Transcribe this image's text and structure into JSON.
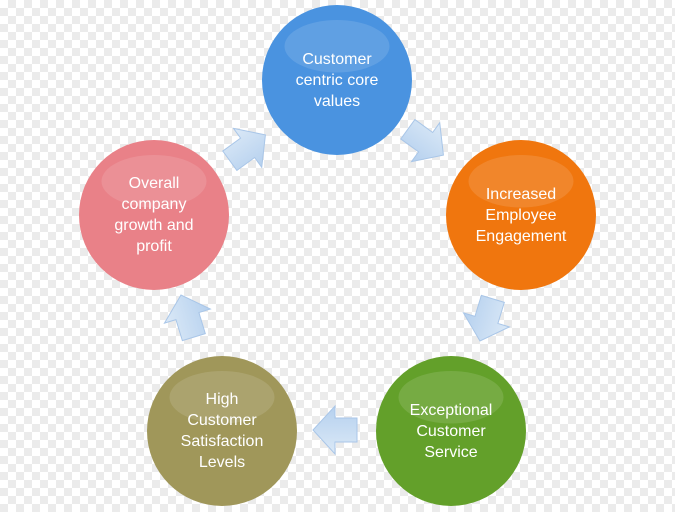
{
  "diagram": {
    "type": "cycle",
    "nodes": [
      {
        "id": "core-values",
        "label": "Customer\ncentric core\nvalues",
        "color": "#4a93e0"
      },
      {
        "id": "engagement",
        "label": "Increased\nEmployee\nEngagement",
        "color": "#f0760e"
      },
      {
        "id": "service",
        "label": "Exceptional\nCustomer\nService",
        "color": "#63a02a"
      },
      {
        "id": "satisfaction",
        "label": "High\nCustomer\nSatisfaction\nLevels",
        "color": "#a0975a"
      },
      {
        "id": "growth",
        "label": "Overall\ncompany\ngrowth and\nprofit",
        "color": "#e98188"
      }
    ],
    "arrow_color": "#c5dcf2",
    "flow": "clockwise"
  }
}
